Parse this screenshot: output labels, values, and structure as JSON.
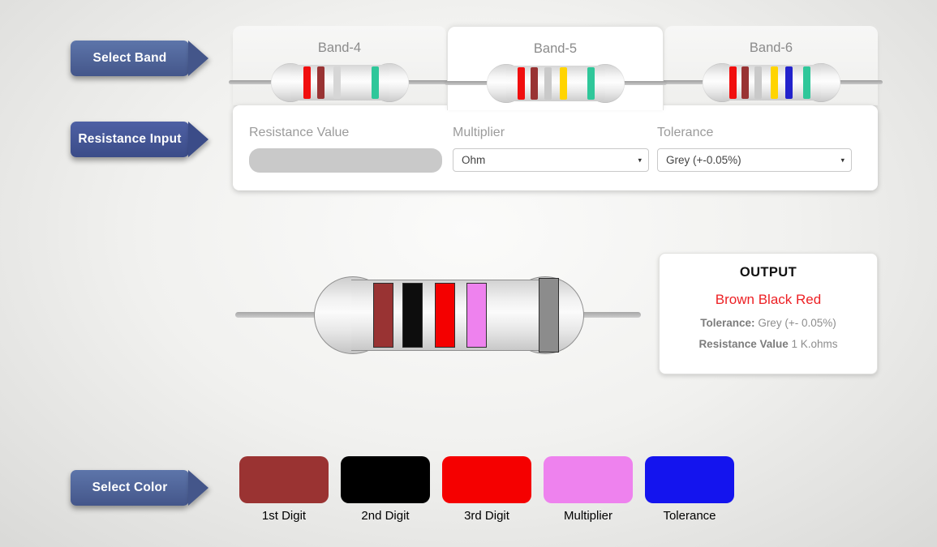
{
  "icons": {
    "caret_down": "▾"
  },
  "ribbons": {
    "select_band": {
      "label": "Select Band",
      "color_top": "#5d75aa",
      "color_bottom": "#44568a"
    },
    "resistance_input": {
      "label": "Resistance Input",
      "color_top": "#4e60a4",
      "color_bottom": "#3b4c88"
    },
    "select_color": {
      "label": "Select Color",
      "color_top": "#5d75aa",
      "color_bottom": "#44568a"
    }
  },
  "tabs": [
    {
      "label": "Band-4",
      "active": false,
      "resistor_bands": [
        "#f10e0e",
        "#993333",
        "#d6d6d6",
        "#2fc79a"
      ]
    },
    {
      "label": "Band-5",
      "active": true,
      "resistor_bands": [
        "#f10e0e",
        "#993333",
        "#c9c9c9",
        "#ffd400",
        "#2fc79a"
      ]
    },
    {
      "label": "Band-6",
      "active": false,
      "resistor_bands": [
        "#f10e0e",
        "#993333",
        "#c9c9c9",
        "#ffd400",
        "#2323cc",
        "#2fc79a"
      ]
    }
  ],
  "inputs": {
    "resistance_value": {
      "label": "Resistance Value",
      "value": ""
    },
    "multiplier": {
      "label": "Multiplier",
      "selected": "Ohm"
    },
    "tolerance": {
      "label": "Tolerance",
      "selected": "Grey (+-0.05%)"
    }
  },
  "main_resistor": {
    "bands": [
      {
        "name": "1st-digit",
        "color": "#993333"
      },
      {
        "name": "2nd-digit",
        "color": "#0d0d0d"
      },
      {
        "name": "3rd-digit",
        "color": "#f40000"
      },
      {
        "name": "multiplier",
        "color": "#ee82ee"
      },
      {
        "name": "tolerance",
        "color": "#8c8c8c"
      }
    ]
  },
  "output": {
    "title": "OUTPUT",
    "color_name": "Brown Black Red",
    "color_name_color": "#ed2024",
    "tolerance_label": "Tolerance:",
    "tolerance_value": " Grey (+- 0.05%)",
    "resistance_label": "Resistance Value",
    "resistance_value": " 1 K.ohms"
  },
  "color_picker": {
    "swatches": [
      {
        "label": "1st Digit",
        "color": "#9a3332"
      },
      {
        "label": "2nd Digit",
        "color": "#000000"
      },
      {
        "label": "3rd Digit",
        "color": "#f50000"
      },
      {
        "label": "Multiplier",
        "color": "#ee82ee"
      },
      {
        "label": "Tolerance",
        "color": "#1414ee"
      }
    ]
  }
}
